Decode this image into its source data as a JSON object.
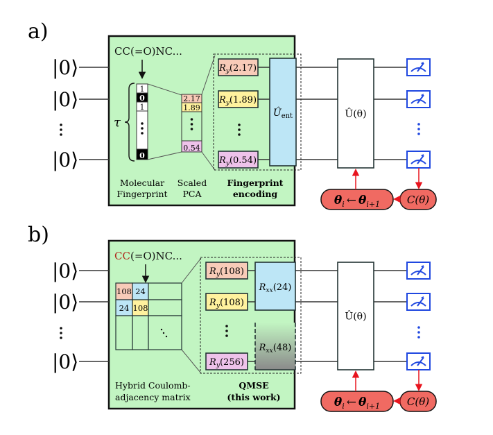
{
  "panels": [
    {
      "label": "a)",
      "smiles": [
        "CC",
        "(=O)NC..."
      ],
      "smiles_colors": [
        "#111111",
        "#111111"
      ],
      "ket": "|0⟩",
      "tau": "τ",
      "fingerprint_bits": [
        "1",
        "0",
        "1",
        "⋮",
        "0"
      ],
      "pca_values": [
        "2.17",
        "1.89",
        "⋮",
        "0.54"
      ],
      "gates": [
        {
          "op": "R",
          "sub": "y",
          "arg": "(2.17)",
          "color": "#f8cbb8"
        },
        {
          "op": "R",
          "sub": "y",
          "arg": "(1.89)",
          "color": "#fff29e"
        },
        {
          "op": "R",
          "sub": "y",
          "arg": "(0.54)",
          "color": "#eec2ea"
        }
      ],
      "entangler": {
        "op": "Û",
        "sub": "ent"
      },
      "captions": {
        "col1": [
          "Molecular",
          "Fingerprint"
        ],
        "col2": [
          "Scaled",
          "PCA"
        ],
        "col3": [
          "Fingerprint",
          "encoding"
        ]
      },
      "variational": "Û(θ)",
      "update": {
        "lhs": "θ",
        "lhs_sub": "i",
        "arrow": "←",
        "rhs": "θ",
        "rhs_sub": "i+1"
      },
      "cost": "C(θ)"
    },
    {
      "label": "b)",
      "smiles": [
        "CC",
        "(=O)NC..."
      ],
      "smiles_colors": [
        "#b02a1e",
        "#7a7a2a"
      ],
      "ket": "|0⟩",
      "matrix": [
        [
          "108",
          "24",
          ""
        ],
        [
          "24",
          "108",
          ""
        ],
        [
          "",
          "",
          "⋱"
        ]
      ],
      "matrix_colors": [
        [
          "#f8cbb8",
          "#bde6f6",
          null
        ],
        [
          "#bde6f6",
          "#fff29e",
          null
        ],
        [
          null,
          null,
          null
        ]
      ],
      "gates": [
        {
          "op": "R",
          "sub": "y",
          "arg": "(108)",
          "color": "#f8cbb8"
        },
        {
          "op": "R",
          "sub": "y",
          "arg": "(108)",
          "color": "#fff29e"
        },
        {
          "op": "R",
          "sub": "y",
          "arg": "(256)",
          "color": "#eec2ea"
        }
      ],
      "rxx": [
        {
          "op": "R",
          "sub": "xx",
          "arg": "(24)"
        },
        {
          "op": "R",
          "sub": "xx",
          "arg": "(48)"
        }
      ],
      "captions": {
        "col1": [
          "Hybrid Coulomb-",
          "adjacency matrix"
        ],
        "col3": [
          "QMSE",
          "(this work)"
        ]
      },
      "variational": "Û(θ)",
      "update": {
        "lhs": "θ",
        "lhs_sub": "i",
        "arrow": "←",
        "rhs": "θ",
        "rhs_sub": "i+1"
      },
      "cost": "C(θ)"
    }
  ],
  "colors": {
    "panel_bg": "#c2f5c2",
    "entangler": "#bde6f6",
    "measure": "#1f47e0",
    "feedback": "#f06a62",
    "feedback_arrow": "#e8141e"
  }
}
